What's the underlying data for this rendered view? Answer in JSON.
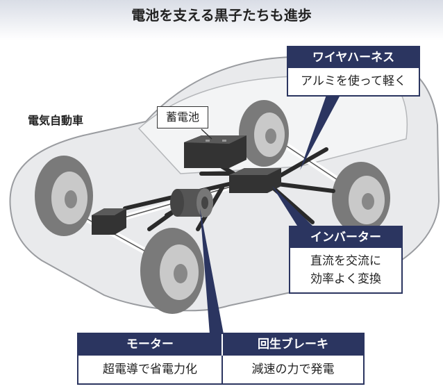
{
  "title": "電池を支える黒子たちも進歩",
  "car_label": "電気自動車",
  "battery_label": "蓄電池",
  "wire_harness": {
    "heading": "ワイヤハーネス",
    "text": "アルミを使って軽く"
  },
  "inverter": {
    "heading": "インバーター",
    "text_line1": "直流を交流に",
    "text_line2": "効率よく変換"
  },
  "motor": {
    "heading": "モーター",
    "text": "超電導で省電力化"
  },
  "regen_brake": {
    "heading": "回生ブレーキ",
    "text": "減速の力で発電"
  },
  "colors": {
    "navy": "#2b3560",
    "car_body": "#e9eaec",
    "component": "#3a3a3a"
  }
}
